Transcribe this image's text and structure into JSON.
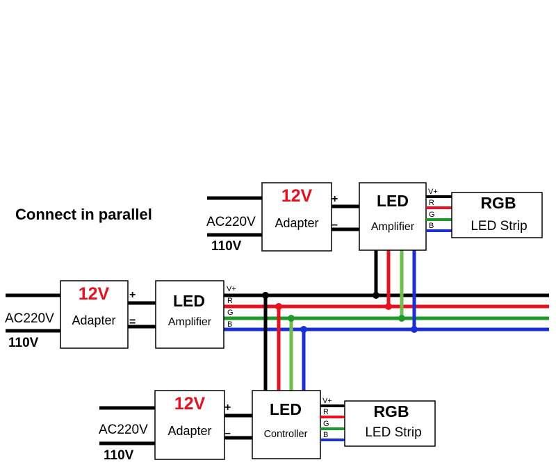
{
  "title": "Connect in parallel",
  "colors": {
    "wire_black": "#000000",
    "wire_red": "#e8101e",
    "wire_green": "#1e9a2a",
    "wire_green_light": "#6cc04a",
    "wire_blue": "#1b2fd8",
    "voltage_text": "#e8101e"
  },
  "top_unit": {
    "input_label": "AC220V",
    "input_label_2": "110V",
    "adapter": {
      "voltage": "12V",
      "label": "Adapter",
      "plus": "+",
      "minus": "–"
    },
    "amplifier": {
      "line1": "LED",
      "line2": "Amplifier"
    },
    "pins": [
      "V+",
      "R",
      "G",
      "B"
    ],
    "strip": {
      "line1": "RGB",
      "line2": "LED Strip"
    }
  },
  "middle_unit": {
    "input_label": "AC220V",
    "input_label_2": "110V",
    "adapter": {
      "voltage": "12V",
      "label": "Adapter",
      "plus": "+",
      "minus": "="
    },
    "amplifier": {
      "line1": "LED",
      "line2": "Amplifier"
    },
    "pins": [
      "V+",
      "R",
      "G",
      "B"
    ]
  },
  "bottom_unit": {
    "input_label": "AC220V",
    "input_label_2": "110V",
    "adapter": {
      "voltage": "12V",
      "label": "Adapter",
      "plus": "+",
      "minus": "–"
    },
    "controller": {
      "line1": "LED",
      "line2": "Controller"
    },
    "pins": [
      "V+",
      "R",
      "G",
      "B"
    ],
    "strip": {
      "line1": "RGB",
      "line2": "LED Strip"
    }
  }
}
